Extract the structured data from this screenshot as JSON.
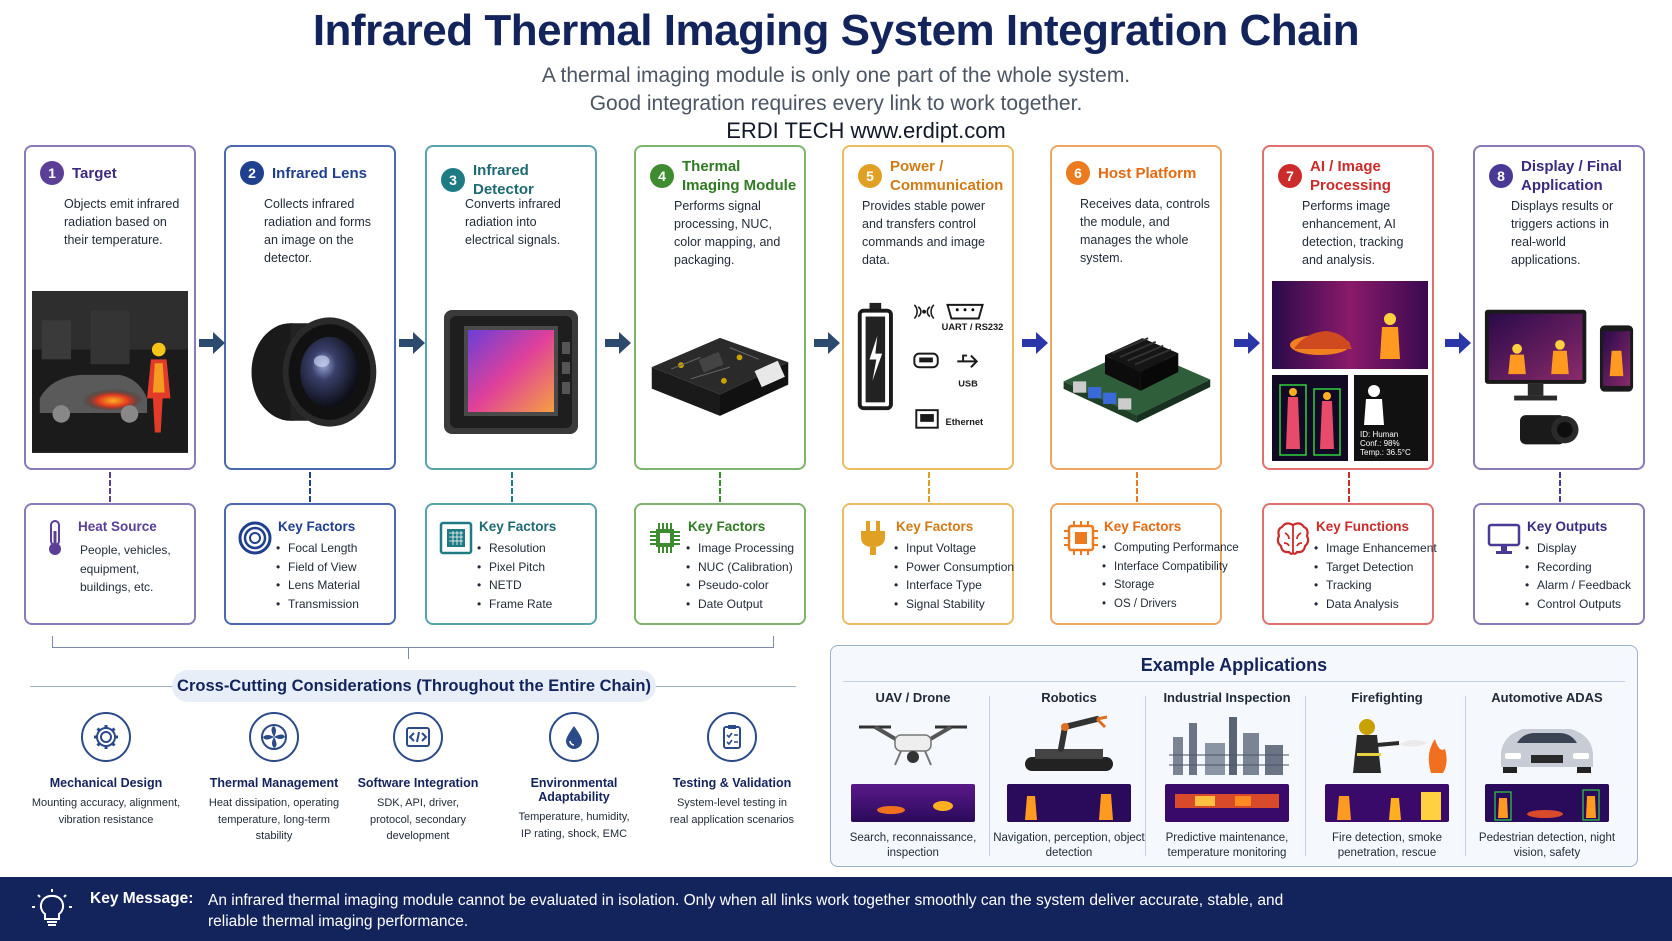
{
  "header": {
    "title": "Infrared Thermal Imaging System Integration Chain",
    "subtitle_line1": "A thermal imaging module is only one part of the whole system.",
    "subtitle_line2": "Good integration requires every link to work together.",
    "brand": "ERDI TECH  www.erdipt.com"
  },
  "colors": {
    "c1": "#5b3f97",
    "c2": "#1f3f8f",
    "c3": "#1e7b83",
    "c4": "#3d8c2f",
    "c5": "#e0a024",
    "c6": "#ec7a1f",
    "c7": "#cc2b2b",
    "c8": "#4a3a95",
    "navy": "#13235b"
  },
  "chain": [
    {
      "num": "1",
      "title": "Target",
      "desc": "Objects emit infrared radiation based on their temperature."
    },
    {
      "num": "2",
      "title": "Infrared Lens",
      "desc": "Collects infrared radiation and forms an image on the detector."
    },
    {
      "num": "3",
      "title": "Infrared Detector",
      "desc": "Converts infrared radiation into electrical signals."
    },
    {
      "num": "4",
      "title": "Thermal Imaging Module",
      "desc": "Performs signal processing, NUC, color mapping, and packaging."
    },
    {
      "num": "5",
      "title": "Power / Communication",
      "desc": "Provides stable power and transfers control commands and image data."
    },
    {
      "num": "6",
      "title": "Host Platform",
      "desc": "Receives data, controls the module, and manages the whole system."
    },
    {
      "num": "7",
      "title": "AI / Image Processing",
      "desc": "Performs image enhancement, AI detection, tracking and analysis."
    },
    {
      "num": "8",
      "title": "Display / Final Application",
      "desc": "Displays results or triggers actions in real-world applications."
    }
  ],
  "interfaces": {
    "uart": "UART / RS232",
    "usb": "USB",
    "ethernet": "Ethernet"
  },
  "ai_overlay": {
    "line1": "ID: Human",
    "line2": "Conf.: 98%",
    "line3": "Temp.: 36.5°C"
  },
  "factors": [
    {
      "title": "Heat Source",
      "text": "People, vehicles, equipment, buildings, etc.",
      "icon": "thermometer-icon"
    },
    {
      "title": "Key Factors",
      "items": [
        "Focal Length",
        "Field of View",
        "Lens Material",
        "Transmission"
      ],
      "icon": "lens-rings-icon"
    },
    {
      "title": "Key Factors",
      "items": [
        "Resolution",
        "Pixel Pitch",
        "NETD",
        "Frame Rate"
      ],
      "icon": "sensor-chip-icon"
    },
    {
      "title": "Key Factors",
      "items": [
        "Image Processing",
        "NUC (Calibration)",
        "Pseudo-color",
        "Date Output"
      ],
      "icon": "processor-icon"
    },
    {
      "title": "Key Factors",
      "items": [
        "Input Voltage",
        "Power Consumption",
        "Interface Type",
        "Signal Stability"
      ],
      "icon": "power-plug-icon"
    },
    {
      "title": "Key Factors",
      "items": [
        "Computing Performance",
        "Interface Compatibility",
        "Storage",
        "OS / Drivers"
      ],
      "icon": "cpu-icon"
    },
    {
      "title": "Key Functions",
      "items": [
        "Image Enhancement",
        "Target Detection",
        "Tracking",
        "Data Analysis"
      ],
      "icon": "brain-icon"
    },
    {
      "title": "Key Outputs",
      "items": [
        "Display",
        "Recording",
        "Alarm / Feedback",
        "Control Outputs"
      ],
      "icon": "monitor-icon"
    }
  ],
  "cross_cutting": {
    "title": "Cross-Cutting Considerations (Throughout the Entire Chain)",
    "items": [
      {
        "name": "Mechanical Design",
        "desc": "Mounting accuracy, alignment, vibration resistance",
        "icon": "gear-icon"
      },
      {
        "name": "Thermal Management",
        "desc": "Heat dissipation, operating temperature, long-term stability",
        "icon": "fan-icon"
      },
      {
        "name": "Software Integration",
        "desc": "SDK, API, driver, protocol, secondary development",
        "icon": "code-icon"
      },
      {
        "name": "Environmental Adaptability",
        "desc": "Temperature, humidity, IP rating, shock, EMC",
        "icon": "droplet-icon"
      },
      {
        "name": "Testing & Validation",
        "desc": "System-level testing in real application scenarios",
        "icon": "clipboard-check-icon"
      }
    ]
  },
  "examples": {
    "title": "Example Applications",
    "items": [
      {
        "name": "UAV / Drone",
        "desc": "Search, reconnaissance, inspection",
        "icon": "drone-icon"
      },
      {
        "name": "Robotics",
        "desc": "Navigation, perception, object detection",
        "icon": "robot-icon"
      },
      {
        "name": "Industrial Inspection",
        "desc": "Predictive maintenance, temperature monitoring",
        "icon": "factory-icon"
      },
      {
        "name": "Firefighting",
        "desc": "Fire detection, smoke penetration, rescue",
        "icon": "firefighter-icon"
      },
      {
        "name": "Automotive ADAS",
        "desc": "Pedestrian detection, night vision, safety",
        "icon": "car-icon"
      }
    ]
  },
  "footer": {
    "label": "Key Message:",
    "text": "An infrared thermal imaging module cannot be evaluated in isolation. Only when all links work together smoothly can the system deliver accurate, stable, and reliable thermal imaging performance.",
    "icon": "lightbulb-icon"
  }
}
